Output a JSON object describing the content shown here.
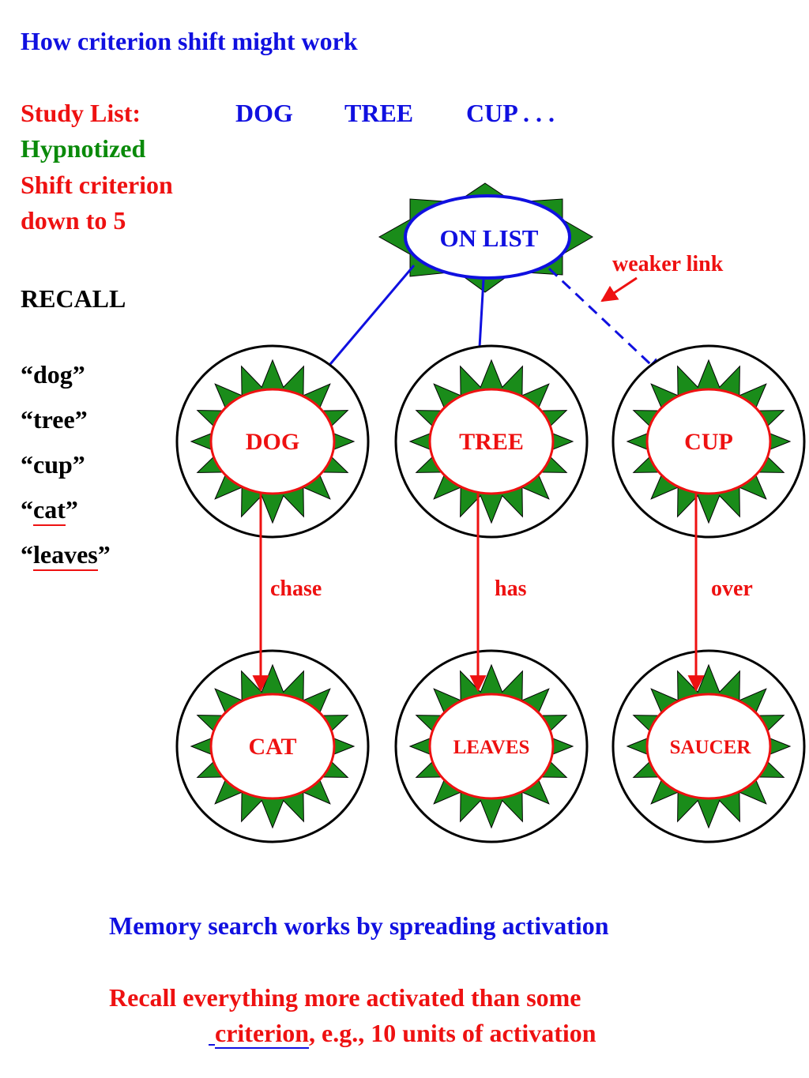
{
  "title": "How criterion shift might work",
  "study_list": {
    "label": "Study List:",
    "items": [
      "DOG",
      "TREE",
      "CUP . . ."
    ]
  },
  "condition": "Hypnotized",
  "shift": [
    "Shift criterion",
    "down to 5"
  ],
  "recall_heading": "RECALL",
  "recall_items": [
    {
      "open": "“",
      "word": "dog",
      "close": "”"
    },
    {
      "open": "“",
      "word": "tree",
      "close": "”"
    },
    {
      "open": "“",
      "word": "cup",
      "close": "”"
    },
    {
      "open": "“",
      "word": "cat",
      "close": "”"
    },
    {
      "open": "“",
      "word": "leaves",
      "close": "”"
    }
  ],
  "diagram": {
    "hub": "ON LIST",
    "weak_link_label": "weaker link",
    "nodes_top": [
      "DOG",
      "TREE",
      "CUP"
    ],
    "nodes_bottom": [
      "CAT",
      "LEAVES",
      "SAUCER"
    ],
    "relations": [
      "chase",
      "has",
      "over"
    ]
  },
  "footer": {
    "line1": "Memory search works by spreading activation",
    "line2": "Recall everything more activated than some",
    "line3_word": "criterion",
    "line3_rest": ", e.g., 10 units of activation"
  },
  "colors": {
    "blue": "#1010e0",
    "red": "#ee1111",
    "green": "#0a8a0a",
    "star_green": "#1a8c1a"
  }
}
